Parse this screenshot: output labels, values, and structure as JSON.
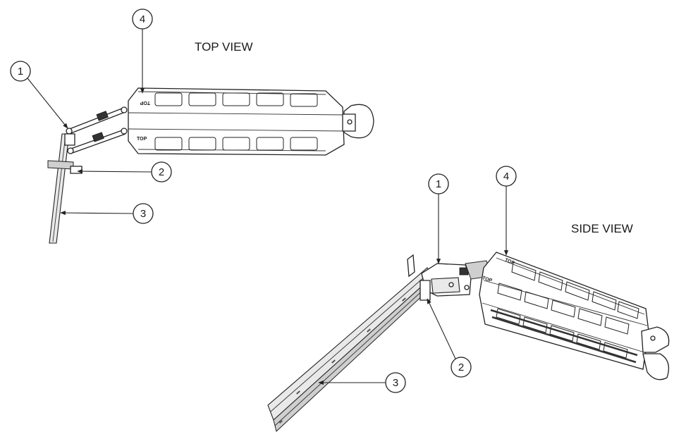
{
  "figure": {
    "top_view_title": "TOP VIEW",
    "side_view_title": "SIDE VIEW",
    "tray_stamp": "TOP",
    "top_view_callouts": [
      "1",
      "2",
      "3",
      "4"
    ],
    "side_view_callouts": [
      "1",
      "2",
      "3",
      "4"
    ]
  }
}
